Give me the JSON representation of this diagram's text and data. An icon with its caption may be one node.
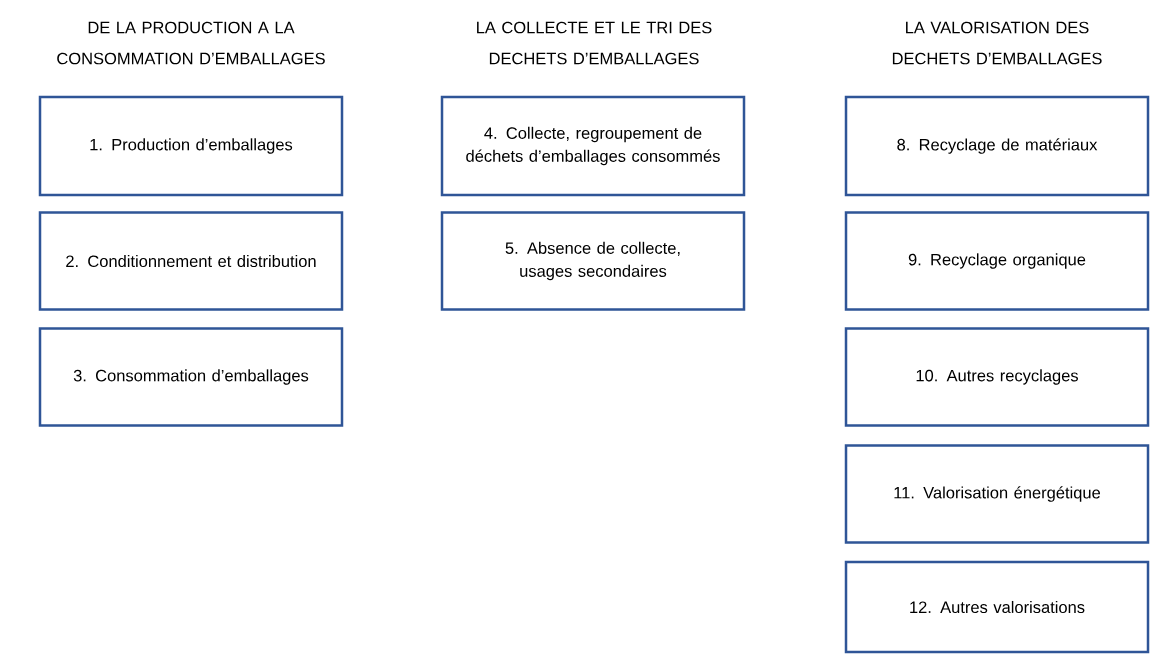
{
  "diagram": {
    "nodes": [
      {
        "text": [
          "1. Production d’emballages"
        ]
      },
      {
        "text": [
          "2. Conditionnement et distribution"
        ]
      },
      {
        "text": [
          "3. Consommation d’emballages"
        ]
      },
      {
        "text": [
          "4. Collecte, regroupement de déchets d’emballages consommés"
        ]
      },
      {
        "text": [
          "5. Absence de collecte, usages secondaires"
        ]
      },
      {
        "text": [
          "8. Recyclage de matériaux"
        ]
      },
      {
        "text": [
          "9. Recyclage organique"
        ]
      },
      {
        "text": [
          "10. Autres recyclages"
        ]
      },
      {
        "text": [
          "11. Valorisation énergétique"
        ]
      },
      {
        "text": [
          "12. Autres valorisations"
        ]
      }
    ],
    "labels": [
      "DE LA PRODUCTION A LA CONSOMMATION D’EMBALLAGES",
      "LA COLLECTE ET LE TRI DES DECHETS D’EMBALLAGES",
      "LA VALORISATION DES DECHETS D’EMBALLAGES"
    ]
  }
}
